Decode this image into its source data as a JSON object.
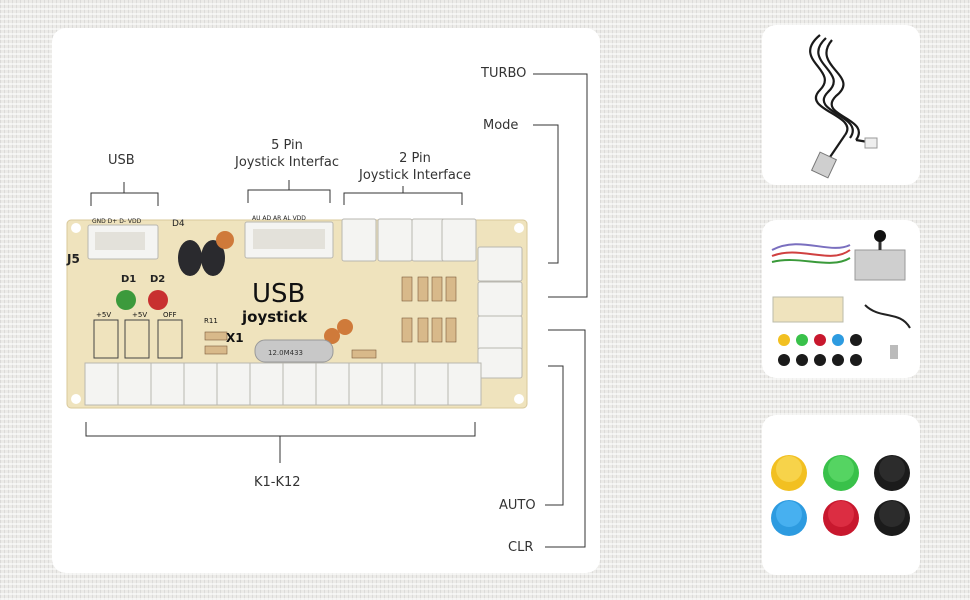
{
  "labels": {
    "usb": "USB",
    "five_pin_line1": "5 Pin",
    "five_pin_line2": "Joystick Interfac",
    "two_pin_line1": "2 Pin",
    "two_pin_line2": "Joystick Interface",
    "turbo": "TURBO",
    "mode": "Mode",
    "auto": "AUTO",
    "clr": "CLR",
    "k1_k12": "K1-K12"
  },
  "board": {
    "silk_usb": "USB",
    "silk_joystick": "joystick",
    "silk_j5": "J5",
    "silk_d1": "D1",
    "silk_d2": "D2",
    "silk_d4": "D4",
    "silk_header_usb": "GND D+  D-  VDD",
    "silk_header_joy": "AU  AD  AR  AL VDD",
    "silk_x1": "X1",
    "silk_r11": "R11",
    "silk_plus5v_a": "+5V",
    "silk_plus5v_b": "+5V",
    "silk_off": "OFF",
    "silk_crystal": "12.0M433"
  },
  "colors": {
    "board": "#efe3bd",
    "led_green": "#3c9a3c",
    "led_red": "#c83030",
    "connector": "#f4f4f2"
  },
  "buttons_colors": [
    "#f2c021",
    "#39c14a",
    "#1b1b1b",
    "#2d9be0",
    "#c8182e",
    "#1b1b1b"
  ]
}
